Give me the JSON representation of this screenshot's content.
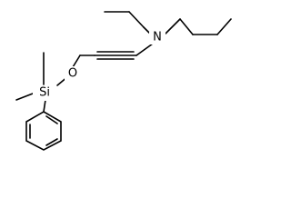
{
  "molecule": {
    "atoms": {
      "N": "N",
      "O": "O",
      "Si": "Si"
    },
    "colors": {
      "bond": "#000000",
      "label": "#000000",
      "background": "#ffffff"
    }
  }
}
